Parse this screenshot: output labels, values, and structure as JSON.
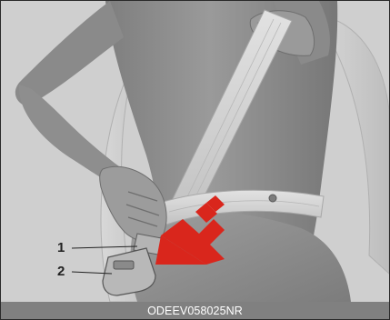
{
  "figure": {
    "callouts": [
      {
        "label": "1",
        "target": "seatbelt tongue (latch plate)"
      },
      {
        "label": "2",
        "target": "buckle"
      }
    ],
    "caption": "ODEEV058025NR",
    "icon": "red-arrow-icon",
    "colors": {
      "background": "#cfcfcf",
      "figure": "#8c8c8c",
      "belt": "#d4d4d4",
      "arrow": "#d9261c",
      "caption_bar": "#808080",
      "caption_text": "#ffffff"
    }
  }
}
